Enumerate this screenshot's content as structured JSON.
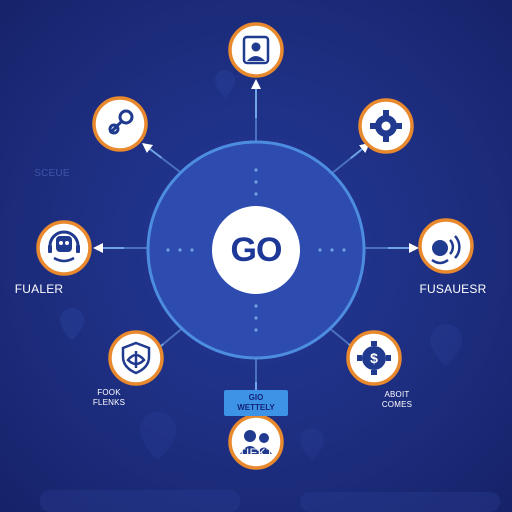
{
  "colors": {
    "background": "#1c2c78",
    "hub_fill": "#2e4bb0",
    "hub_ring": "#4d8de0",
    "connector": "#6fa4e6",
    "node_ring": "#e8892e",
    "node_fill": "#ffffff",
    "icon": "#1f3a8f",
    "badge": "#3d94e6"
  },
  "hub": {
    "label": "GO"
  },
  "nodes": [
    {
      "id": "top",
      "icon": "user-badge-icon",
      "label": ""
    },
    {
      "id": "top-left",
      "icon": "wrench-link-icon",
      "label": ""
    },
    {
      "id": "top-right",
      "icon": "gear-icon",
      "label": ""
    },
    {
      "id": "left",
      "icon": "robot-face-icon",
      "label": "FUALER"
    },
    {
      "id": "right",
      "icon": "signal-headset-icon",
      "label": "FUSAUESR"
    },
    {
      "id": "bottom-left",
      "icon": "shield-leaf-icon",
      "label_line1": "FOOK",
      "label_line2": "FLENKS"
    },
    {
      "id": "bottom-right",
      "icon": "gear-dollar-icon",
      "label_line1": "ABOIT",
      "label_line2": "COMES"
    },
    {
      "id": "bottom",
      "icon": "users-icon",
      "label": "TIEKT"
    }
  ],
  "badge": {
    "line1": "GIO",
    "line2": "WETTELY"
  },
  "faint_label": "SCEUE"
}
